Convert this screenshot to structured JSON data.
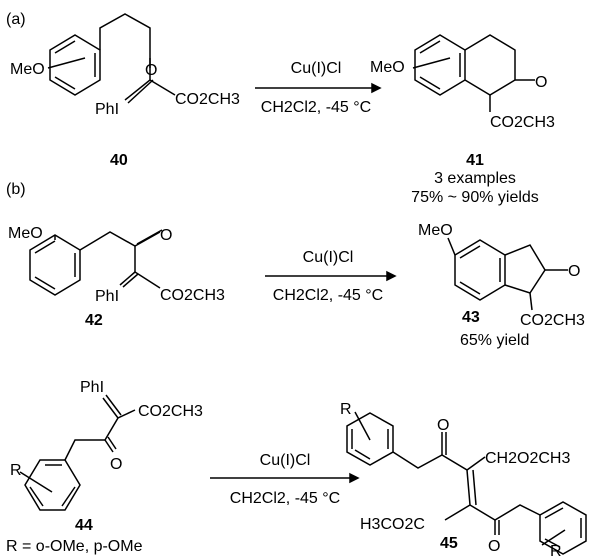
{
  "panel_a": {
    "label": "(a)",
    "reactant": {
      "id": "40",
      "substituent": "MeO",
      "ylide": "PhI",
      "ester": "CO2CH3",
      "carbonyl": "O"
    },
    "conditions": {
      "reagent": "Cu(I)Cl",
      "solvent": "CH2Cl2, -45 °C"
    },
    "product": {
      "id": "41",
      "substituent": "MeO",
      "carbonyl": "O",
      "ester": "CO2CH3",
      "note1": "3 examples",
      "note2": "75% ~ 90% yields"
    }
  },
  "panel_b": {
    "label": "(b)",
    "reactant": {
      "id": "42",
      "substituent": "MeO",
      "ylide": "PhI",
      "ester": "CO2CH3",
      "carbonyl": "O"
    },
    "conditions": {
      "reagent": "Cu(I)Cl",
      "solvent": "CH2Cl2, -45 °C"
    },
    "product": {
      "id": "43",
      "substituent": "MeO",
      "carbonyl": "O",
      "ester": "CO2CH3",
      "note": "65% yield"
    }
  },
  "panel_c": {
    "reactant": {
      "id": "44",
      "ylide": "PhI",
      "ester": "CO2CH3",
      "carbonyl": "O",
      "r": "R",
      "r_def": "R = o-OMe, p-OMe"
    },
    "conditions": {
      "reagent": "Cu(I)Cl",
      "solvent": "CH2Cl2, -45 °C"
    },
    "product": {
      "id": "45",
      "r": "R",
      "ester_top": "CH2O2CH3",
      "ester_bottom": "H3CO2C",
      "carbonyl": "O"
    }
  }
}
